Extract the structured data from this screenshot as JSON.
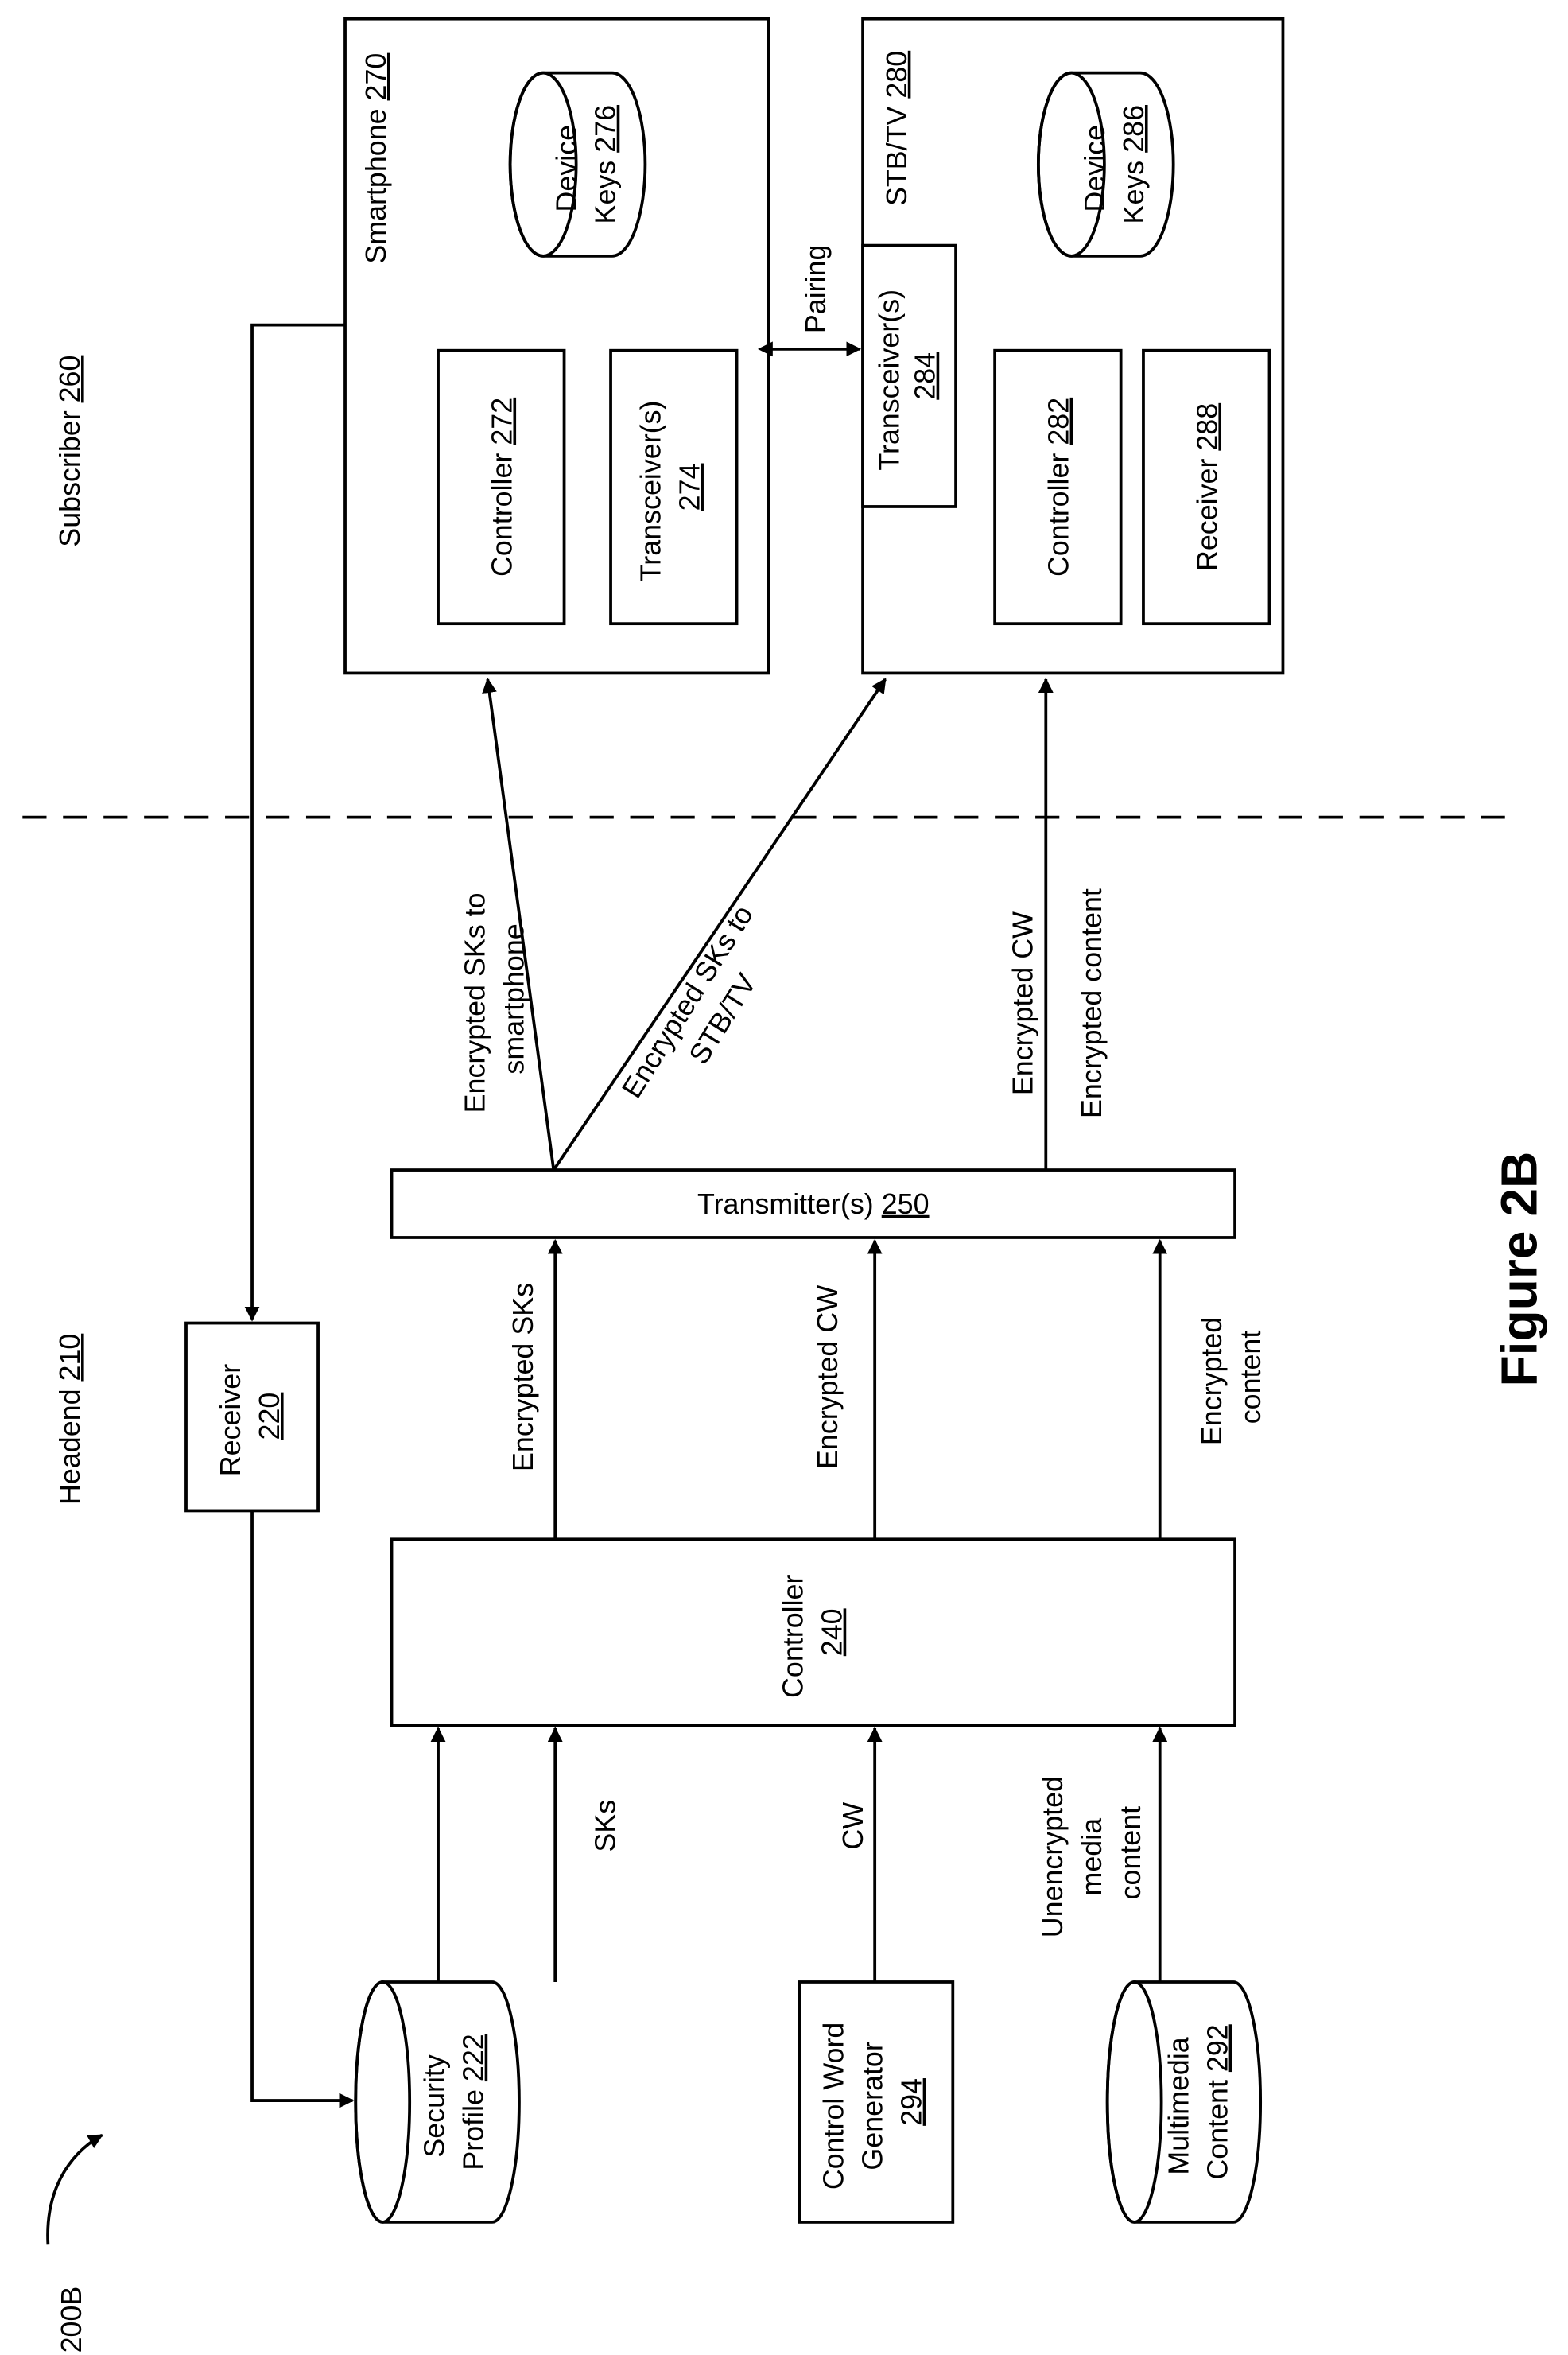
{
  "figure": {
    "title": "Figure 2B",
    "ref": "200B"
  },
  "regions": {
    "subscriber": {
      "label": "Subscriber",
      "num": "260"
    },
    "headend": {
      "label": "Headend",
      "num": "210"
    }
  },
  "subscriber": {
    "smartphone": {
      "label": "Smartphone",
      "num": "270",
      "controller": {
        "label": "Controller",
        "num": "272"
      },
      "transceiver": {
        "label": "Transceiver(s)",
        "num": "274"
      },
      "device_keys": {
        "line1": "Device",
        "line2": "Keys",
        "num": "276"
      }
    },
    "stb": {
      "label": "STB/TV",
      "num": "280",
      "transceiver": {
        "label": "Transceiver(s)",
        "num": "284"
      },
      "controller": {
        "label": "Controller",
        "num": "282"
      },
      "receiver": {
        "label": "Receiver",
        "num": "288"
      },
      "device_keys": {
        "line1": "Device",
        "line2": "Keys",
        "num": "286"
      }
    },
    "pairing_label": "Pairing"
  },
  "headend": {
    "receiver": {
      "label": "Receiver",
      "num": "220"
    },
    "transmitter": {
      "label": "Transmitter(s)",
      "num": "250"
    },
    "controller": {
      "label": "Controller",
      "num": "240"
    },
    "security_profile": {
      "line1": "Security",
      "line2": "Profile",
      "num": "222"
    },
    "cw_generator": {
      "line1": "Control Word",
      "line2": "Generator",
      "num": "294"
    },
    "multimedia": {
      "line1": "Multimedia",
      "line2": "Content",
      "num": "292"
    }
  },
  "edges": {
    "enc_sks_smartphone": {
      "line1": "Encrypted SKs to",
      "line2": "smartphone"
    },
    "enc_sks_stb": {
      "line1": "Encrypted SKs to",
      "line2": "STB/TV"
    },
    "enc_cw_out": "Encrypted CW",
    "enc_content_out": "Encrypted content",
    "enc_sks": "Encrypted SKs",
    "enc_cw": "Encrypted CW",
    "enc_content": {
      "line1": "Encrypted",
      "line2": "content"
    },
    "sks": "SKs",
    "cw": "CW",
    "unenc": {
      "line1": "Unencrypted",
      "line2": "media",
      "line3": "content"
    }
  }
}
